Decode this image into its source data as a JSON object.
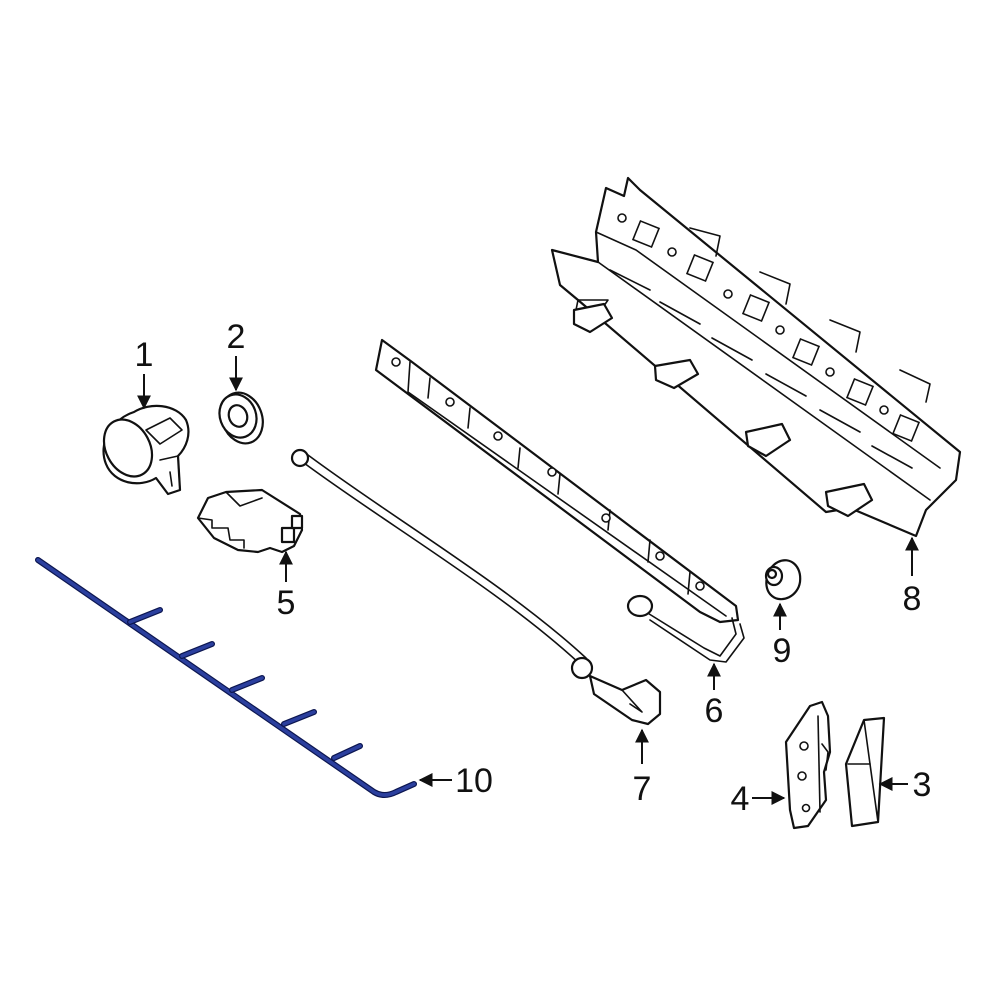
{
  "colors": {
    "line": "#111111",
    "highlight": "#2b3f9e",
    "highlight_edge": "#0c1650",
    "background": "#ffffff"
  },
  "callouts": [
    {
      "id": "1",
      "label": "1"
    },
    {
      "id": "2",
      "label": "2"
    },
    {
      "id": "3",
      "label": "3"
    },
    {
      "id": "4",
      "label": "4"
    },
    {
      "id": "5",
      "label": "5"
    },
    {
      "id": "6",
      "label": "6"
    },
    {
      "id": "7",
      "label": "7"
    },
    {
      "id": "8",
      "label": "8"
    },
    {
      "id": "9",
      "label": "9"
    },
    {
      "id": "10",
      "label": "10"
    }
  ],
  "highlighted_part": "10"
}
